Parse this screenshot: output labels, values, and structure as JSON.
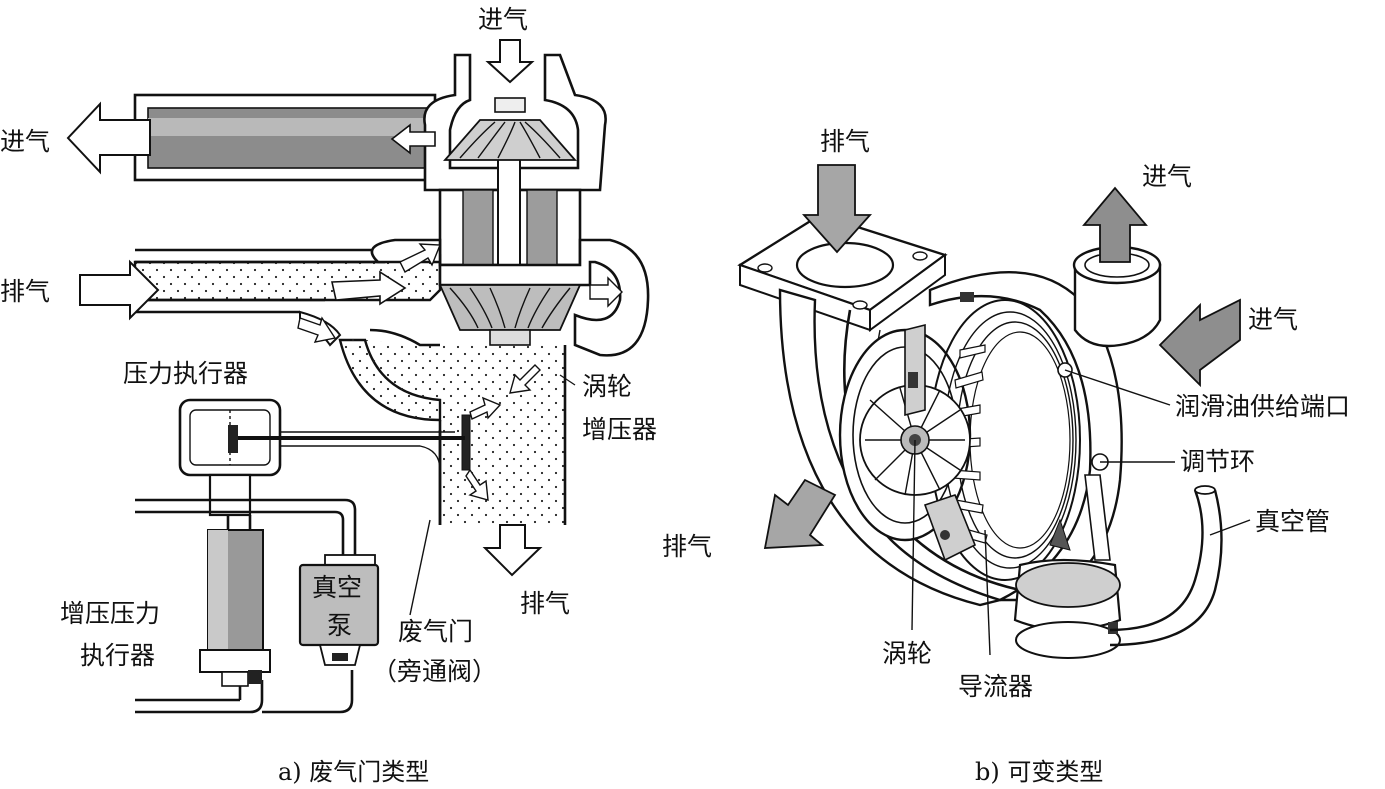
{
  "panel_a": {
    "caption": "a) 废气门类型",
    "labels": {
      "intake_top": "进气",
      "intake_left": "进气",
      "exhaust_left": "排气",
      "pressure_actuator": "压力执行器",
      "turbocharger_line1": "涡轮",
      "turbocharger_line2": "增压器",
      "boost_actuator_line1": "增压压力",
      "boost_actuator_line2": "执行器",
      "vacuum_pump_line1": "真空",
      "vacuum_pump_line2": "泵",
      "wastegate_line1": "废气门",
      "wastegate_line2": "（旁通阀）",
      "exhaust_bottom": "排气"
    }
  },
  "panel_b": {
    "caption": "b) 可变类型",
    "labels": {
      "exhaust_in": "排气",
      "intake_top": "进气",
      "intake_right": "进气",
      "lube_port": "润滑油供给端口",
      "adjust_ring": "调节环",
      "vacuum_tube": "真空管",
      "exhaust_out": "排气",
      "turbine": "涡轮",
      "guide_vanes": "导流器"
    }
  }
}
